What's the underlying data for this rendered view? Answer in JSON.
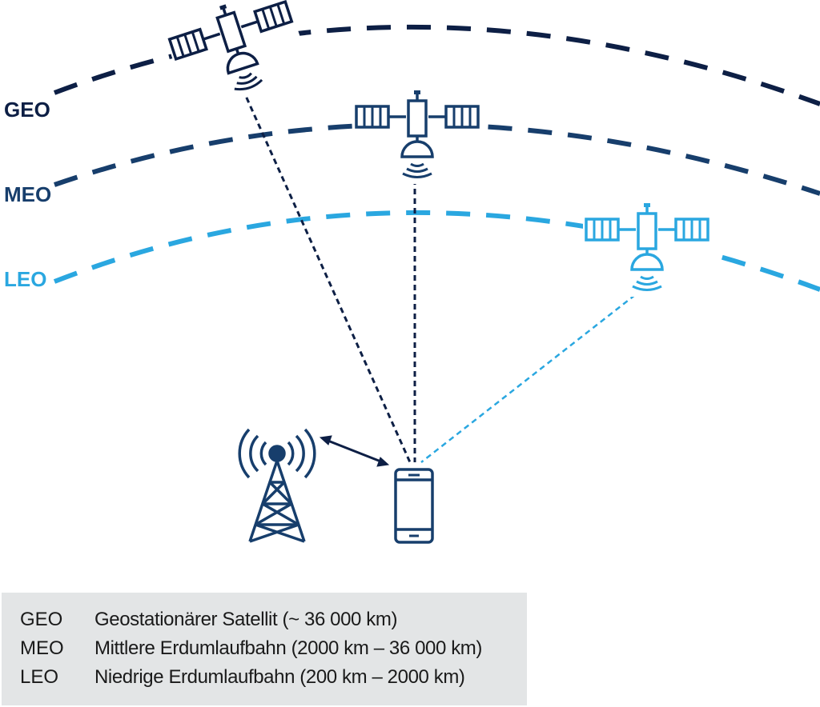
{
  "orbits": {
    "geo": {
      "label": "GEO",
      "color": "#0d1f45"
    },
    "meo": {
      "label": "MEO",
      "color": "#173e6c"
    },
    "leo": {
      "label": "LEO",
      "color": "#2aa7e0"
    }
  },
  "icons": {
    "satellite": "satellite-icon",
    "tower": "cell-tower-icon",
    "phone": "smartphone-icon"
  },
  "colors": {
    "dark": "#0d1f45",
    "mid": "#173e6c",
    "light": "#2aa7e0",
    "legend_bg": "#e3e5e6"
  },
  "legend": {
    "rows": [
      {
        "abbr": "GEO",
        "desc": "Geostationärer Satellit (~ 36 000 km)"
      },
      {
        "abbr": "MEO",
        "desc": "Mittlere Erdumlaufbahn (2000 km – 36 000 km)"
      },
      {
        "abbr": "LEO",
        "desc": "Niedrige Erdumlaufbahn (200 km – 2000 km)"
      }
    ]
  }
}
